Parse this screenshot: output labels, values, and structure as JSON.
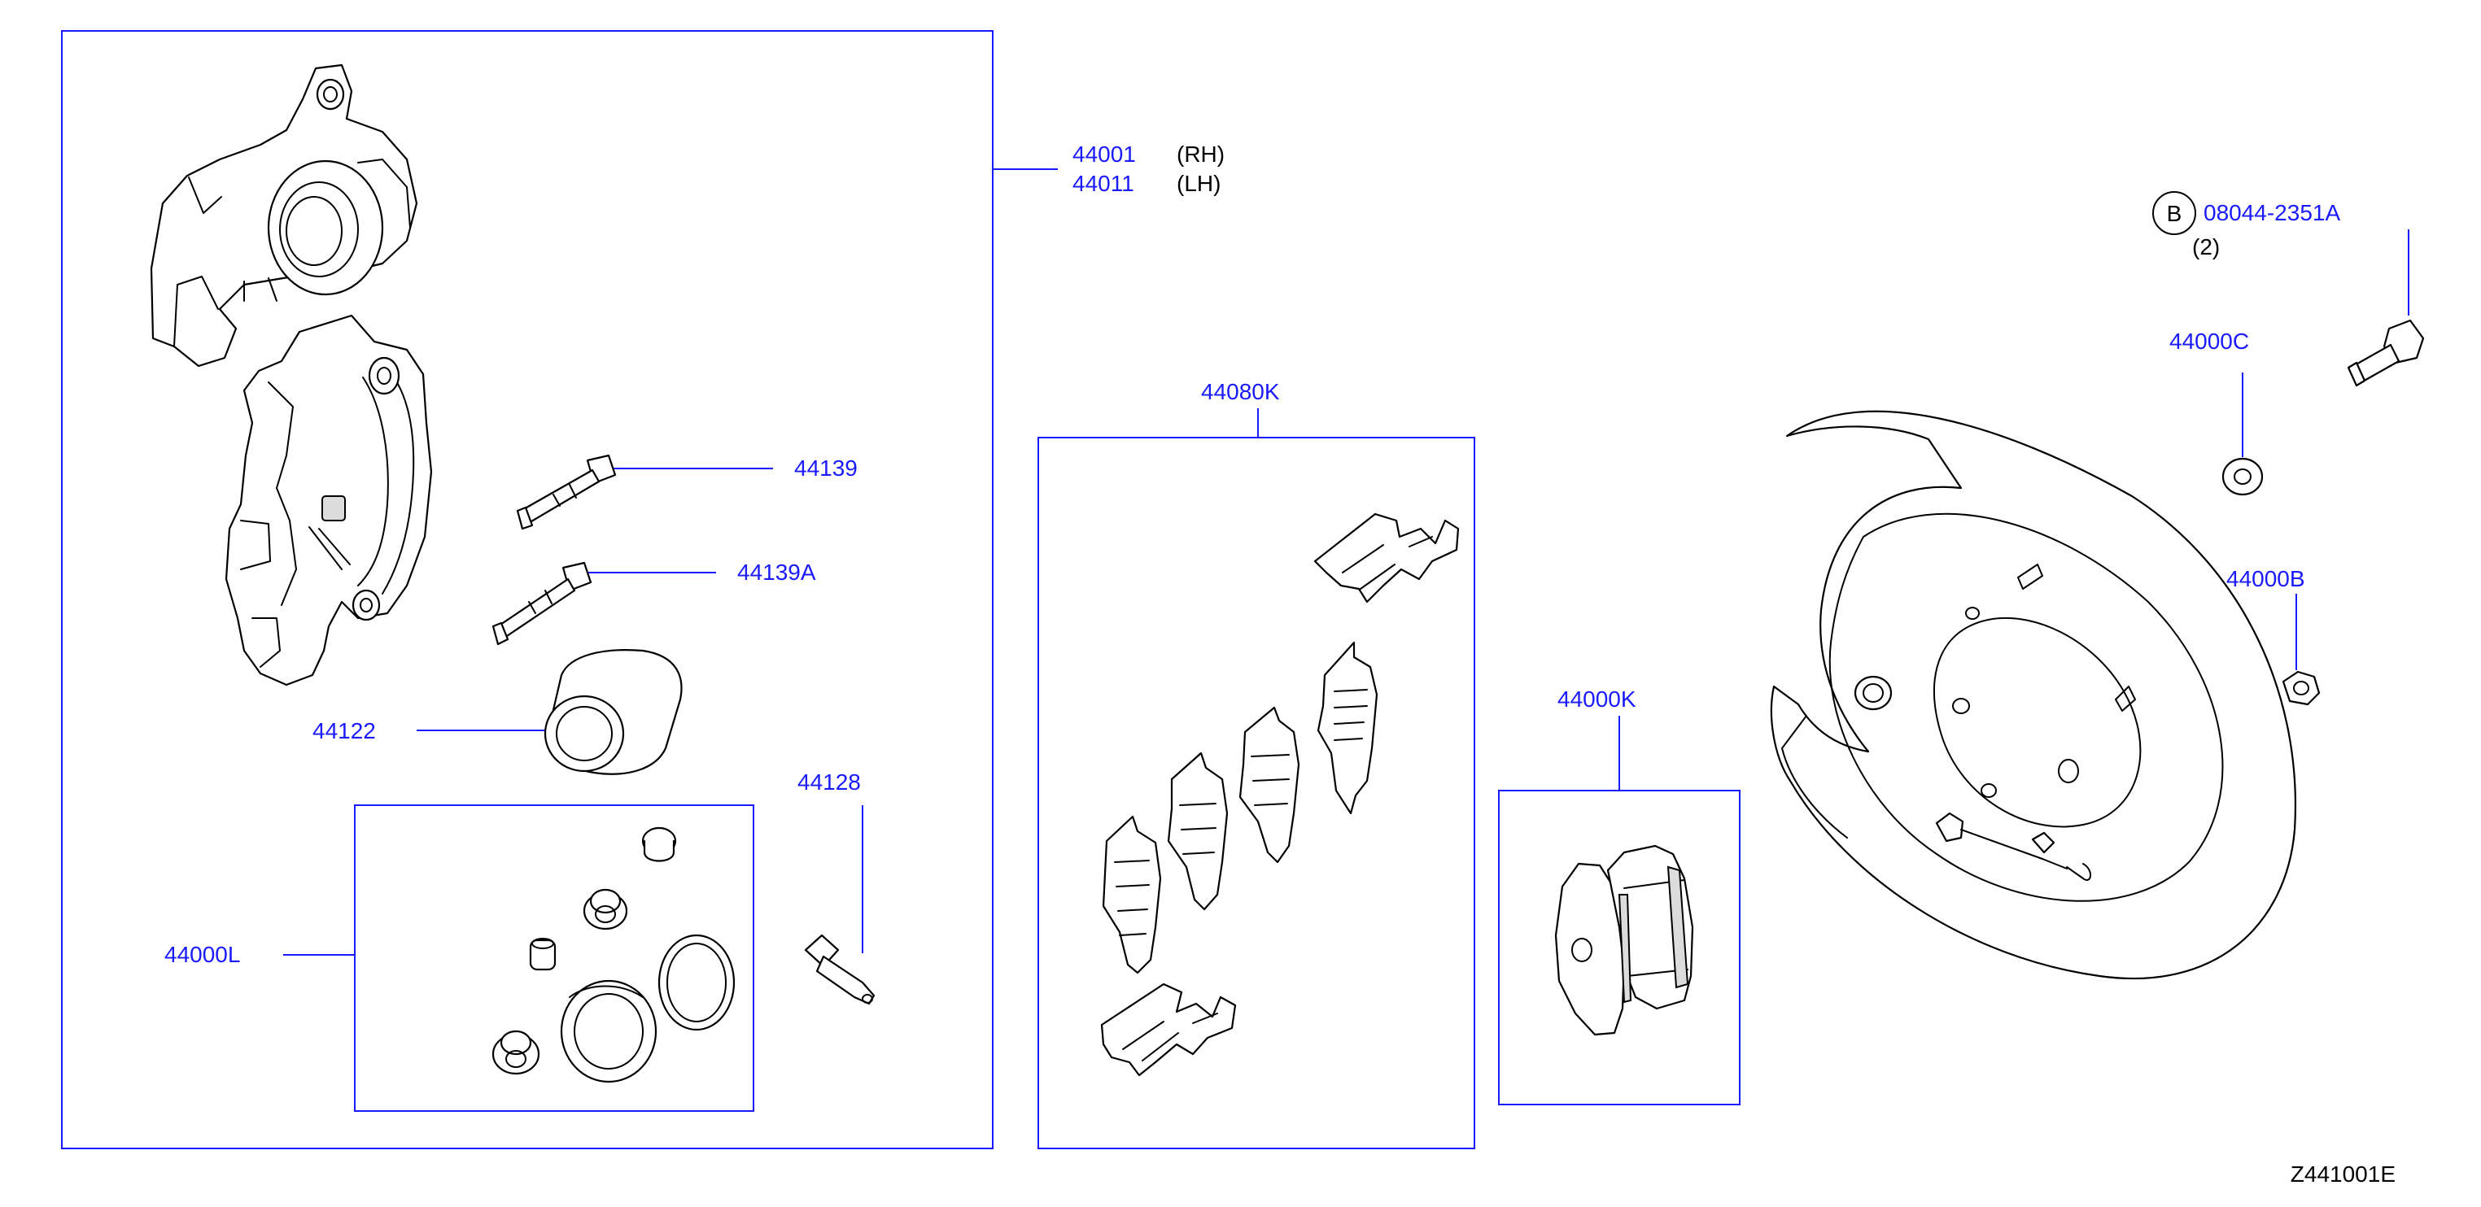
{
  "labels": {
    "caliper_rh": "44001",
    "caliper_rh_side": "(RH)",
    "caliper_lh": "44011",
    "caliper_lh_side": "(LH)",
    "pin_bolt": "44139",
    "pin_bolt_a": "44139A",
    "piston": "44122",
    "bleeder": "44128",
    "seal_kit": "44000L",
    "pad_hardware": "44080K",
    "pad_kit": "44000K",
    "bolt_ref_circle": "B",
    "bolt": "08044-2351A",
    "bolt_qty": "(2)",
    "washer": "44000C",
    "nut": "44000B"
  },
  "footer": {
    "diagram_id": "Z441001E"
  },
  "colors": {
    "label_blue": "#1a1aff",
    "ink": "#000000"
  }
}
